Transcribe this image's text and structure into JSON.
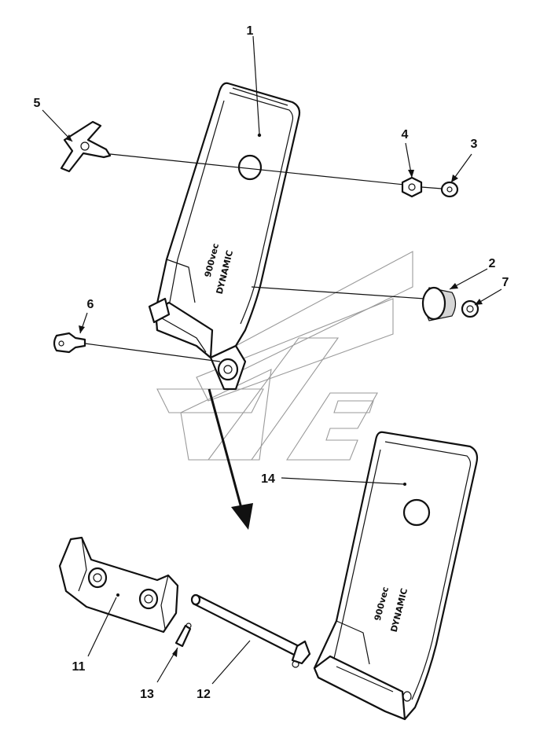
{
  "diagram": {
    "callouts": [
      "1",
      "2",
      "3",
      "4",
      "5",
      "6",
      "7",
      "11",
      "12",
      "13",
      "14"
    ],
    "brand_text": "DYNAMIC",
    "model_text": "900vec"
  }
}
